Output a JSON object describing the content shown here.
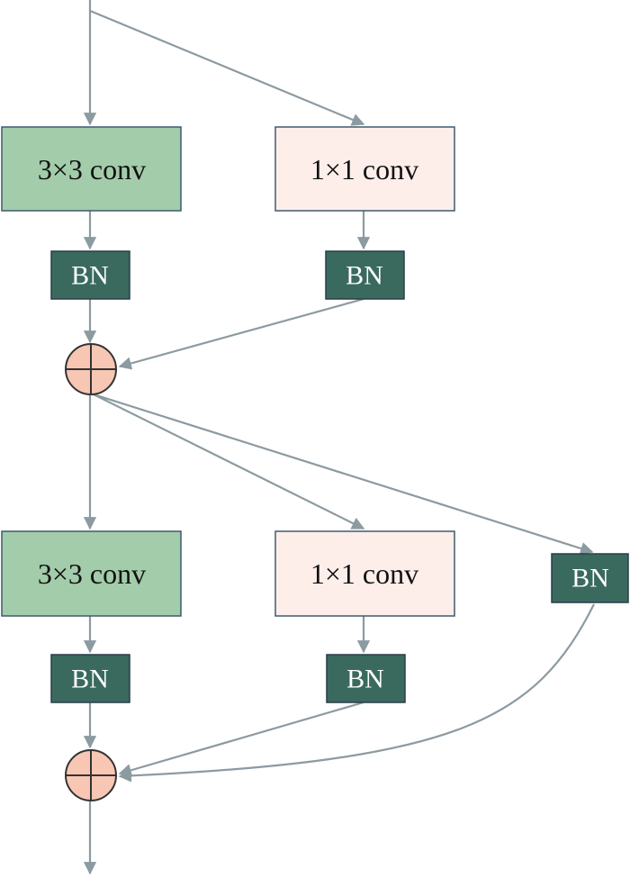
{
  "colors": {
    "conv3x3_fill": "#a3ccaa",
    "conv3x3_border": "#3e5a6e",
    "conv1x1_fill": "#fdeeea",
    "conv1x1_border": "#3e5a6e",
    "bn_fill": "#3a6a5e",
    "bn_border": "#2a3d4a",
    "add_fill": "#f8c7b4",
    "add_border": "#333333",
    "edge": "#8c9aa1"
  },
  "block1": {
    "conv3x3": "3×3 conv",
    "conv1x1": "1×1 conv",
    "bn_a": "BN",
    "bn_b": "BN"
  },
  "block2": {
    "conv3x3": "3×3 conv",
    "conv1x1": "1×1 conv",
    "bn_a": "BN",
    "bn_b": "BN",
    "bn_identity": "BN"
  },
  "icons": {
    "add_node": "circle-plus-icon"
  }
}
